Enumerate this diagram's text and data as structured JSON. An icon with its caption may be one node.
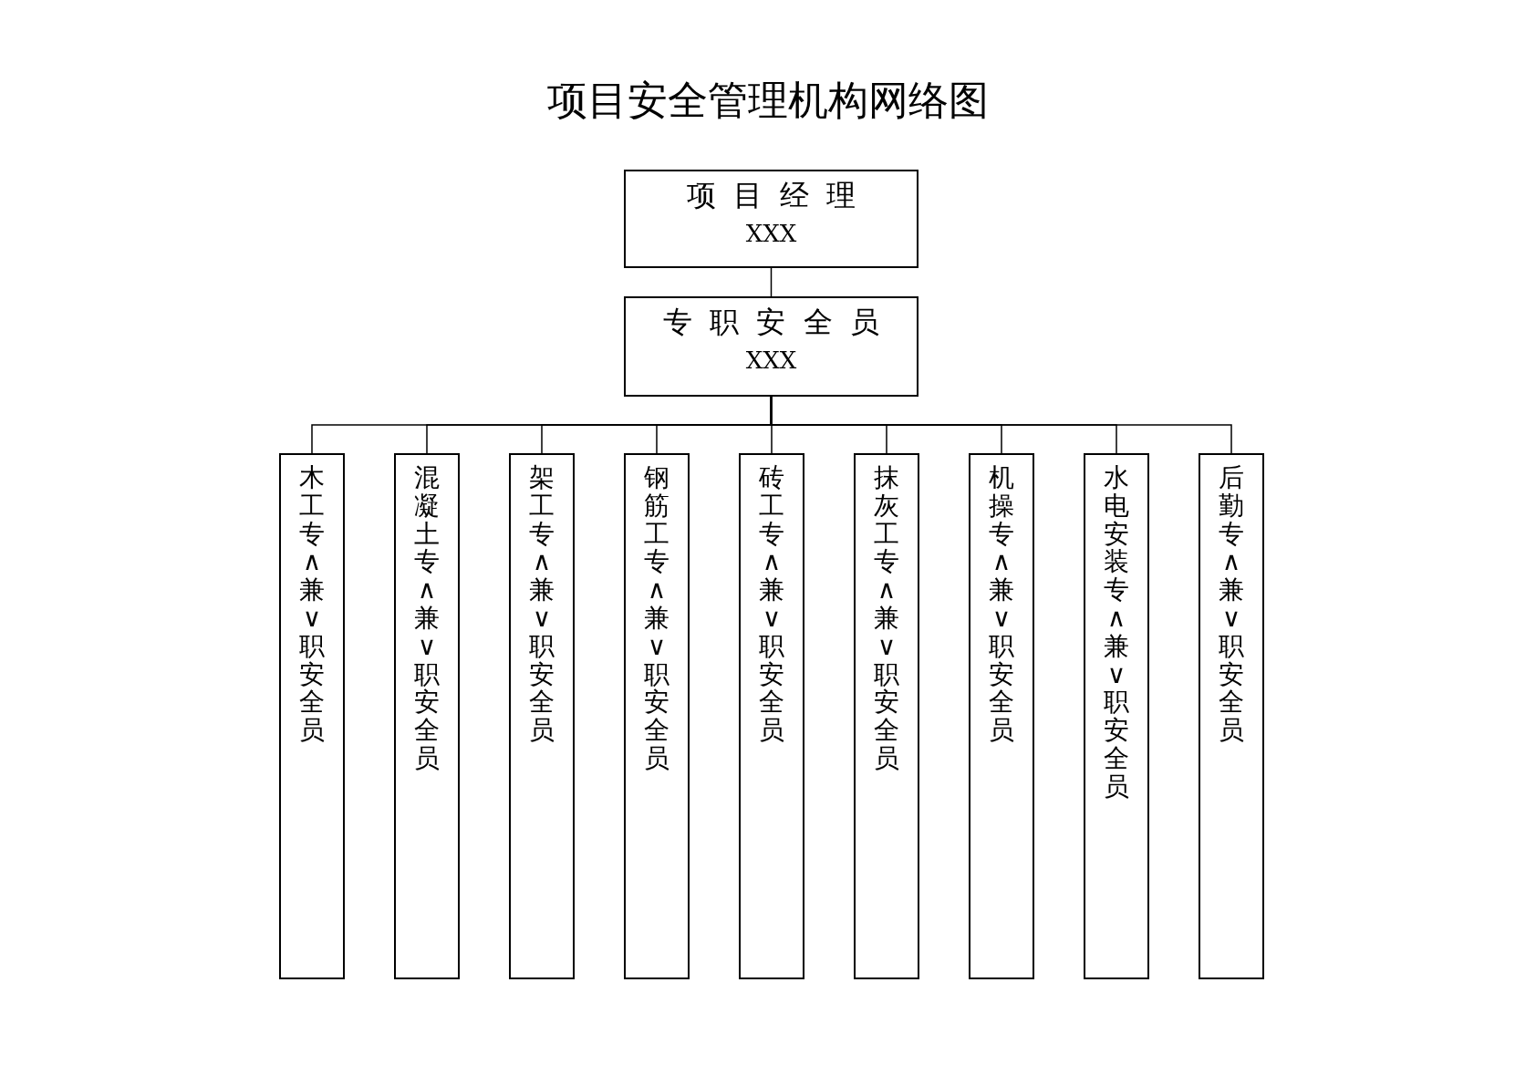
{
  "diagram": {
    "title": "项目安全管理机构网络图",
    "nodes": [
      {
        "text": [
          "项目经理",
          "XXX"
        ]
      },
      {
        "text": [
          "专职安全员",
          "XXX"
        ]
      },
      {
        "text": [
          "木工专∧兼∨职安全员"
        ]
      },
      {
        "text": [
          "混凝土专∧兼∨职安全员"
        ]
      },
      {
        "text": [
          "架工专∧兼∨职安全员"
        ]
      },
      {
        "text": [
          "钢筋工专∧兼∨职安全员"
        ]
      },
      {
        "text": [
          "砖工专∧兼∨职安全员"
        ]
      },
      {
        "text": [
          "抹灰工专∧兼∨职安全员"
        ]
      },
      {
        "text": [
          "机操专∧兼∨职安全员"
        ]
      },
      {
        "text": [
          "水电安装专∧兼∨职安全员"
        ]
      },
      {
        "text": [
          "后勤专∧兼∨职安全员"
        ]
      }
    ],
    "edges": [
      {
        "from": 0,
        "to": 1,
        "arrow": "none"
      },
      {
        "from": 1,
        "to": 2,
        "arrow": "none"
      },
      {
        "from": 1,
        "to": 3,
        "arrow": "none"
      },
      {
        "from": 1,
        "to": 4,
        "arrow": "none"
      },
      {
        "from": 1,
        "to": 5,
        "arrow": "none"
      },
      {
        "from": 1,
        "to": 6,
        "arrow": "none"
      },
      {
        "from": 1,
        "to": 7,
        "arrow": "none"
      },
      {
        "from": 1,
        "to": 8,
        "arrow": "none"
      },
      {
        "from": 1,
        "to": 9,
        "arrow": "none"
      },
      {
        "from": 1,
        "to": 10,
        "arrow": "none"
      }
    ]
  }
}
